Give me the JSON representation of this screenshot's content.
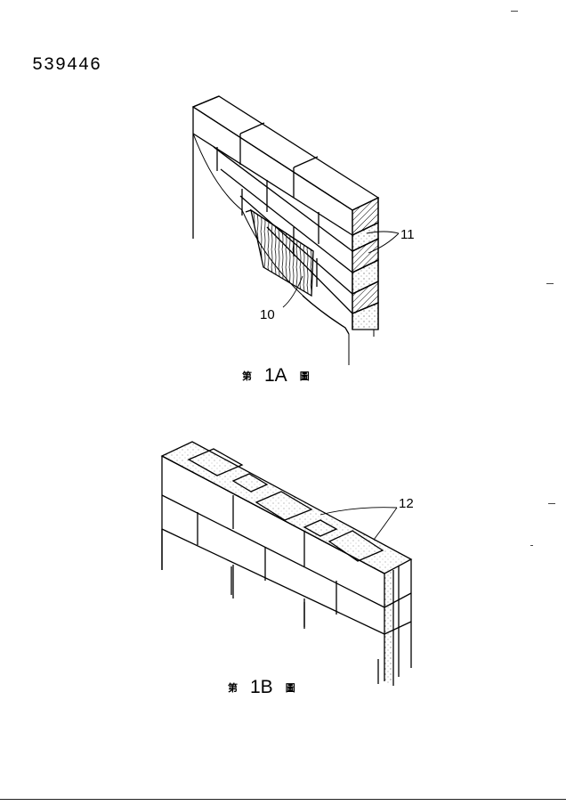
{
  "document": {
    "number": "539446"
  },
  "figure_1a": {
    "caption_prefix": "第",
    "caption_label": "1A",
    "caption_suffix": "圖",
    "callout_wall": "10",
    "callout_panel": "11"
  },
  "figure_1b": {
    "caption_prefix": "第",
    "caption_label": "1B",
    "caption_suffix": "圖",
    "callout_block": "12"
  },
  "colors": {
    "ink": "#000000",
    "paper": "#ffffff"
  }
}
